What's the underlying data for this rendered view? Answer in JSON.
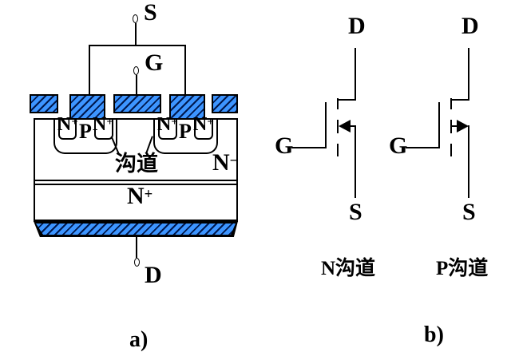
{
  "colors": {
    "metal_fill": "#3D95FF",
    "hatch_line": "#00184D",
    "line": "#000000",
    "background": "#FFFFFF"
  },
  "structure_diagram": {
    "caption": "a)",
    "terminals": {
      "source": "S",
      "gate": "G",
      "drain": "D"
    },
    "labels": {
      "n_plus": {
        "base": "N",
        "sup": "+"
      },
      "p": "P",
      "channel": "沟道",
      "n_minus": {
        "base": "N",
        "sup": "−"
      },
      "n_plus_sub": {
        "base": "N",
        "sup": "+"
      }
    }
  },
  "symbol_diagram": {
    "caption": "b)",
    "n_channel": {
      "drain": "D",
      "gate": "G",
      "source": "S",
      "caption": "N沟道"
    },
    "p_channel": {
      "drain": "D",
      "gate": "G",
      "source": "S",
      "caption": "P沟道"
    }
  }
}
